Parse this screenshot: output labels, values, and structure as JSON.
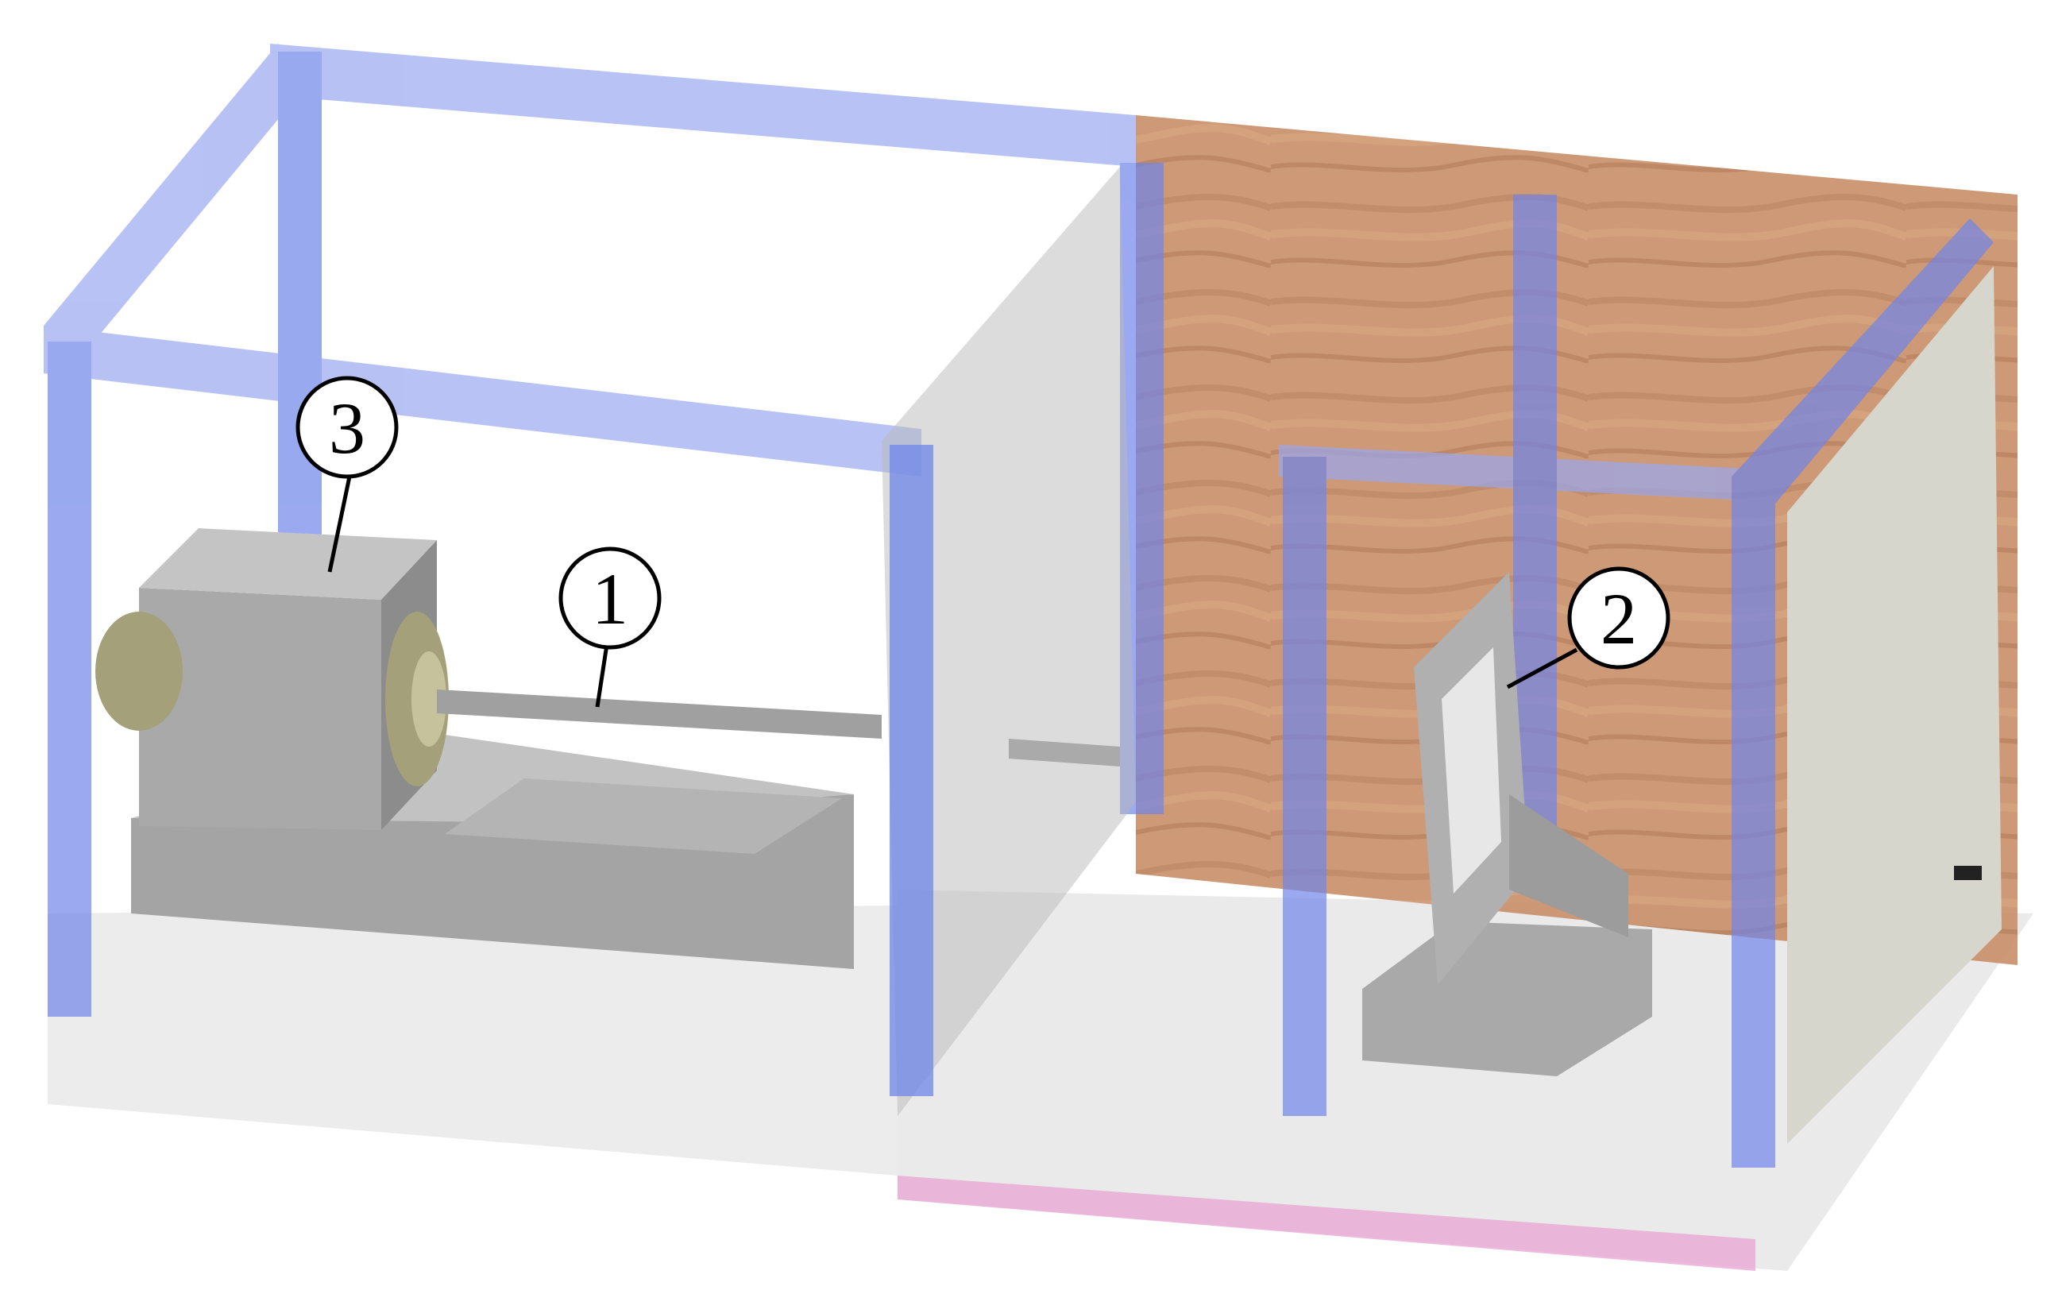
{
  "figure": {
    "callouts": [
      {
        "id": "1",
        "label": "1"
      },
      {
        "id": "2",
        "label": "2"
      },
      {
        "id": "3",
        "label": "3"
      }
    ]
  },
  "colors": {
    "frame": "#6f85ea",
    "frame_light": "#9aa8f0",
    "wood": "#c9906a",
    "wood_dark": "#a86c48",
    "steel": "#a9a9a9",
    "steel_dark": "#8c8c8c",
    "steel_light": "#c2c2c2",
    "panel": "#c9c9c9",
    "floor": "#e6e6e6",
    "pink": "#e8a8d4",
    "flange": "#a4a07a"
  }
}
